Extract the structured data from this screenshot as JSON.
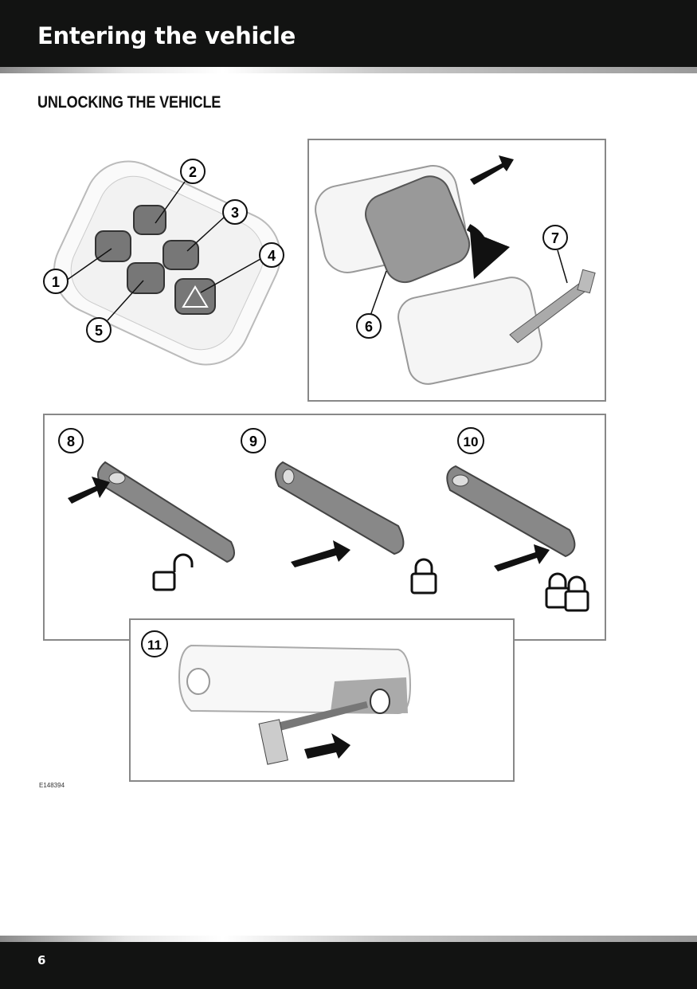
{
  "header": {
    "title": "Entering the vehicle"
  },
  "section": {
    "title": "UNLOCKING THE VEHICLE"
  },
  "figure": {
    "code": "E148394",
    "callouts": [
      "1",
      "2",
      "3",
      "4",
      "5",
      "6",
      "7",
      "8",
      "9",
      "10",
      "11"
    ]
  },
  "footer": {
    "page_number": "6"
  }
}
